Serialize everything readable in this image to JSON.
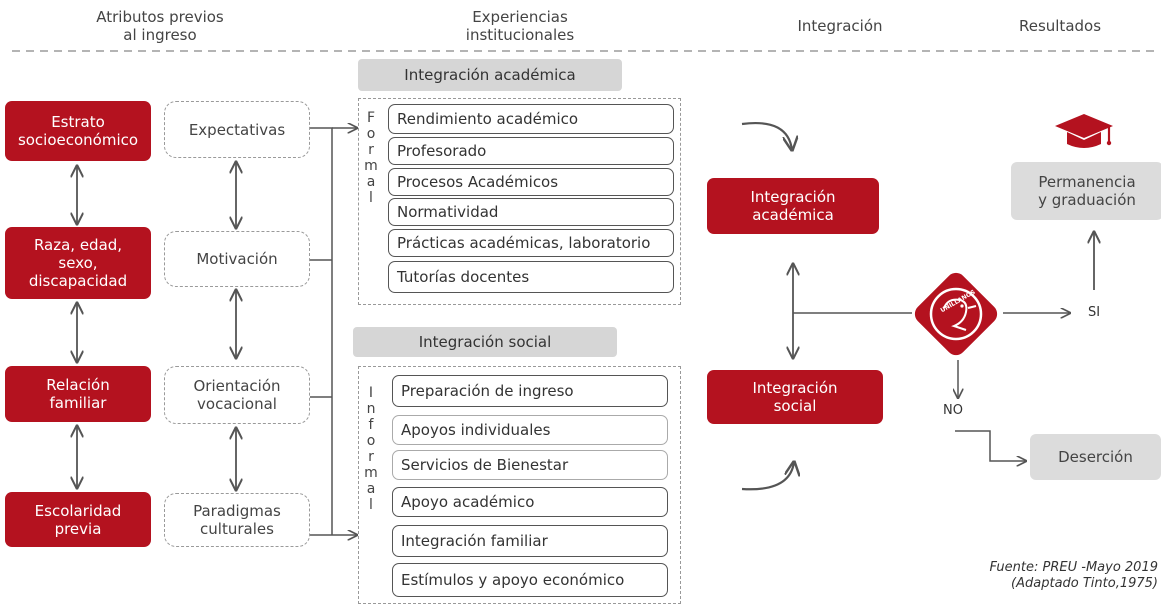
{
  "headers": {
    "attributes": "Atributos previos\nal ingreso",
    "experiences": "Experiencias\ninstitucionales",
    "integration": "Integración",
    "results": "Resultados"
  },
  "attributes": [
    "Estrato\nsocioeconómico",
    "Raza, edad,\nsexo,\ndiscapacidad",
    "Relación\nfamiliar",
    "Escolaridad\nprevia"
  ],
  "motivations": [
    "Expectativas",
    "Motivación",
    "Orientación\nvocacional",
    "Paradigmas\nculturales"
  ],
  "academic": {
    "title": "Integración académica",
    "vertical_label": [
      "F",
      "o",
      "r",
      "m",
      "a",
      "l"
    ],
    "items": [
      "Rendimiento académico",
      "Profesorado",
      "Procesos Académicos",
      "Normatividad",
      "Prácticas académicas, laboratorio",
      "Tutorías docentes"
    ]
  },
  "social": {
    "title": "Integración social",
    "vertical_label": [
      "I",
      "n",
      "f",
      "o",
      "r",
      "m",
      "a",
      "l"
    ],
    "items": [
      "Preparación de ingreso",
      "Apoyos individuales",
      "Servicios de Bienestar",
      "Apoyo académico",
      "Integración familiar",
      "Estímulos y apoyo económico"
    ]
  },
  "integration": {
    "academic": "Integración\nacadémica",
    "social": "Integración\nsocial"
  },
  "decision": {
    "logo_text": "UNILLANOS",
    "yes": "SI",
    "no": "NO"
  },
  "results": {
    "permanence": "Permanencia\ny graduación",
    "desertion": "Deserción"
  },
  "source": "Fuente: PREU -Mayo 2019\n(Adaptado Tinto,1975)",
  "colors": {
    "red": "#b4121f",
    "gray": "#d6d6d6",
    "line": "#555555"
  },
  "icons": [
    "graduation-cap-icon",
    "heron-logo-icon"
  ]
}
